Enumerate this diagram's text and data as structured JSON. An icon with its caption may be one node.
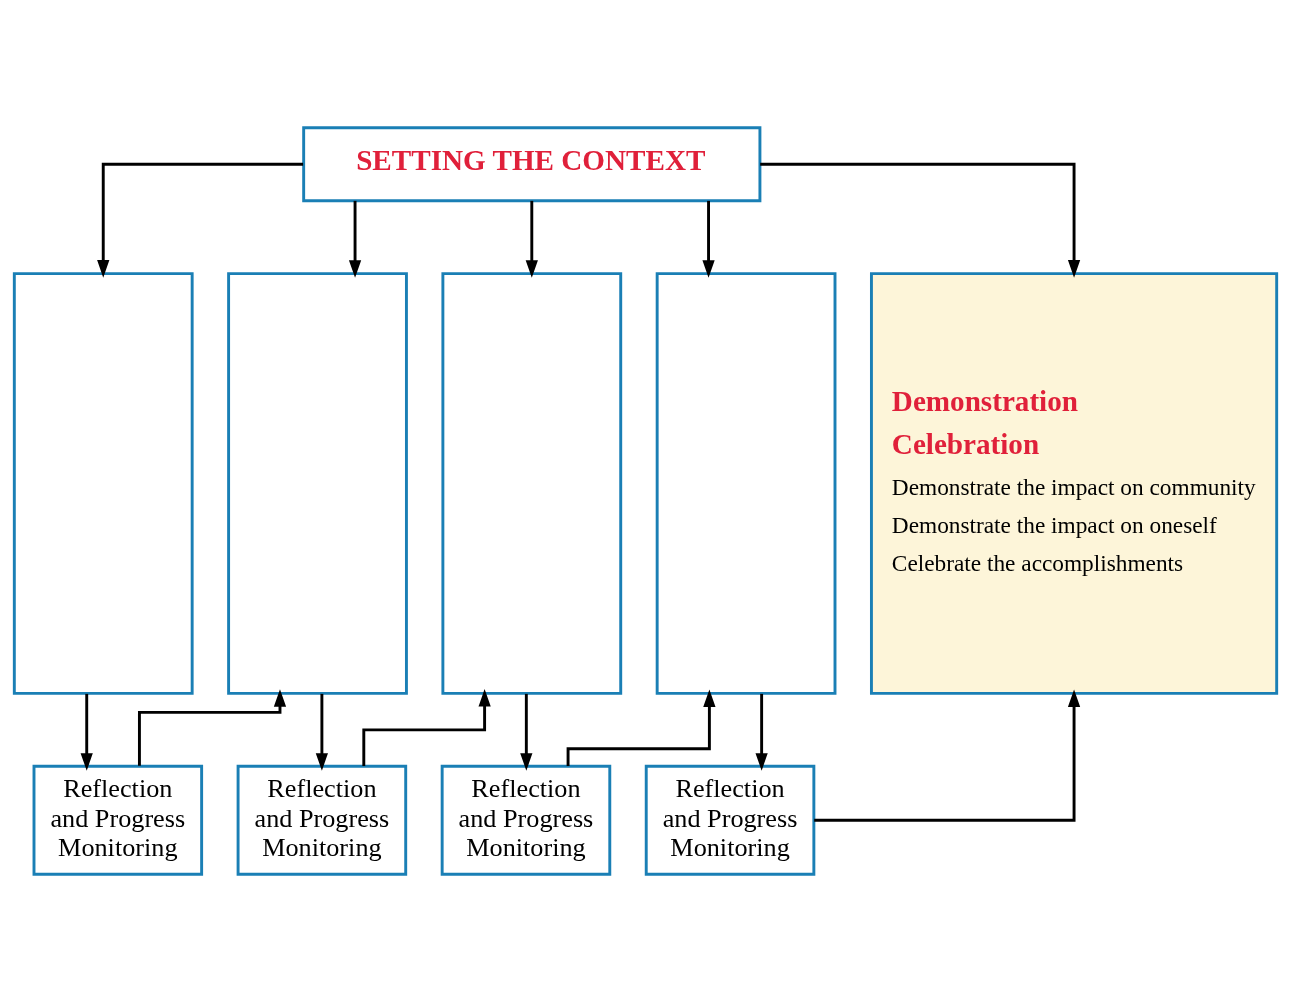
{
  "diagram": {
    "nodes": [
      {
        "text": [
          "SETTING THE CONTEXT"
        ]
      },
      {
        "text": [],
        "shape": "box"
      },
      {
        "text": [],
        "shape": "box"
      },
      {
        "text": [],
        "shape": "box"
      },
      {
        "text": [],
        "shape": "box"
      },
      {
        "text": [
          "Demonstration",
          "Celebration",
          "Demonstrate the impact on community",
          "Demonstrate the impact on oneself",
          "Celebrate the accomplishments"
        ]
      },
      {
        "text": [
          "Reflection and Progress Monitoring"
        ]
      },
      {
        "text": [
          "Reflection and Progress Monitoring"
        ]
      },
      {
        "text": [
          "Reflection and Progress Monitoring"
        ]
      },
      {
        "text": [
          "Reflection and Progress Monitoring"
        ]
      }
    ],
    "edges": [
      {
        "from": 0,
        "to": 1,
        "arrow": "to"
      },
      {
        "from": 0,
        "to": 2,
        "arrow": "to"
      },
      {
        "from": 0,
        "to": 3,
        "arrow": "to"
      },
      {
        "from": 0,
        "to": 4,
        "arrow": "to"
      },
      {
        "from": 0,
        "to": 5,
        "arrow": "to"
      },
      {
        "from": 1,
        "to": 6,
        "arrow": "to"
      },
      {
        "from": 6,
        "to": 2,
        "arrow": "to"
      },
      {
        "from": 2,
        "to": 7,
        "arrow": "to"
      },
      {
        "from": 7,
        "to": 3,
        "arrow": "to"
      },
      {
        "from": 3,
        "to": 8,
        "arrow": "to"
      },
      {
        "from": 8,
        "to": 4,
        "arrow": "to"
      },
      {
        "from": 4,
        "to": 9,
        "arrow": "to"
      },
      {
        "from": 9,
        "to": 5,
        "arrow": "to"
      }
    ]
  }
}
